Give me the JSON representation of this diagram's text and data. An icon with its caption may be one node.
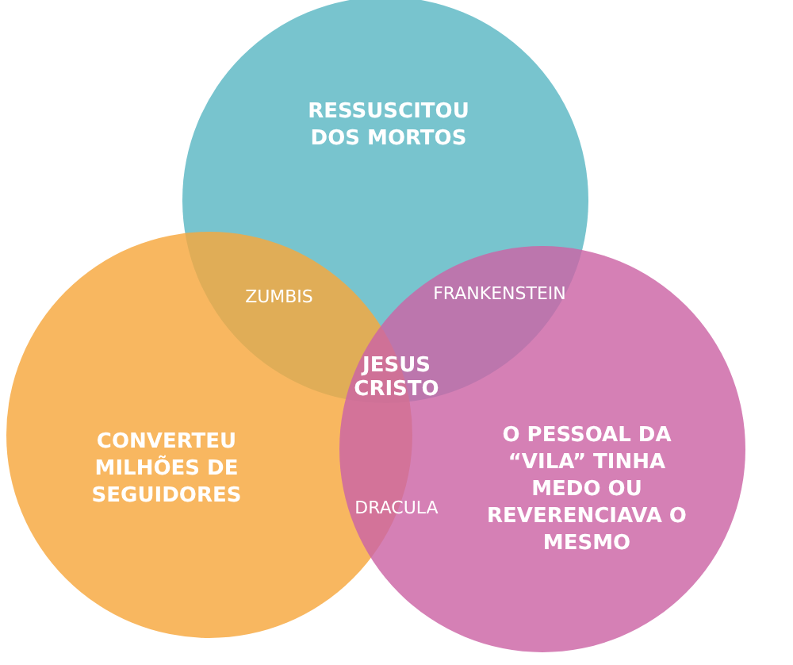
{
  "diagram": {
    "nodes": [
      {
        "text": [
          "RESSUSCITOU DOS MORTOS"
        ]
      },
      {
        "text": [
          "CONVERTEU MILHÕES DE SEGUIDORES"
        ]
      },
      {
        "text": [
          "O PESSOAL DA “VILA” TINHA MEDO OU REVERENCIAVA O MESMO"
        ]
      }
    ],
    "labels": [
      "ZUMBIS",
      "FRANKENSTEIN",
      "JESUS CRISTO",
      "DRACULA"
    ]
  }
}
